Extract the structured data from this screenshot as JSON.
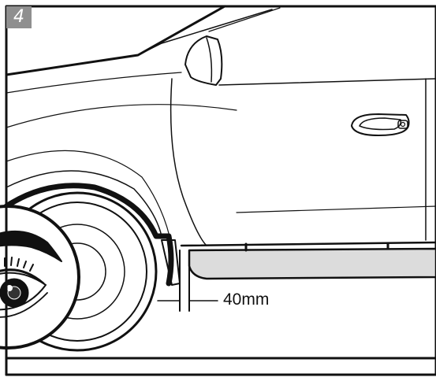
{
  "step_number": "4",
  "dimension_label": "40mm",
  "colors": {
    "line": "#111111",
    "badge": "#8f8f8f",
    "sill_fill": "#dcdcdc",
    "background": "#ffffff"
  },
  "icons": [
    "eye-icon",
    "car-outline",
    "door-handle",
    "side-mirror",
    "wheel"
  ]
}
